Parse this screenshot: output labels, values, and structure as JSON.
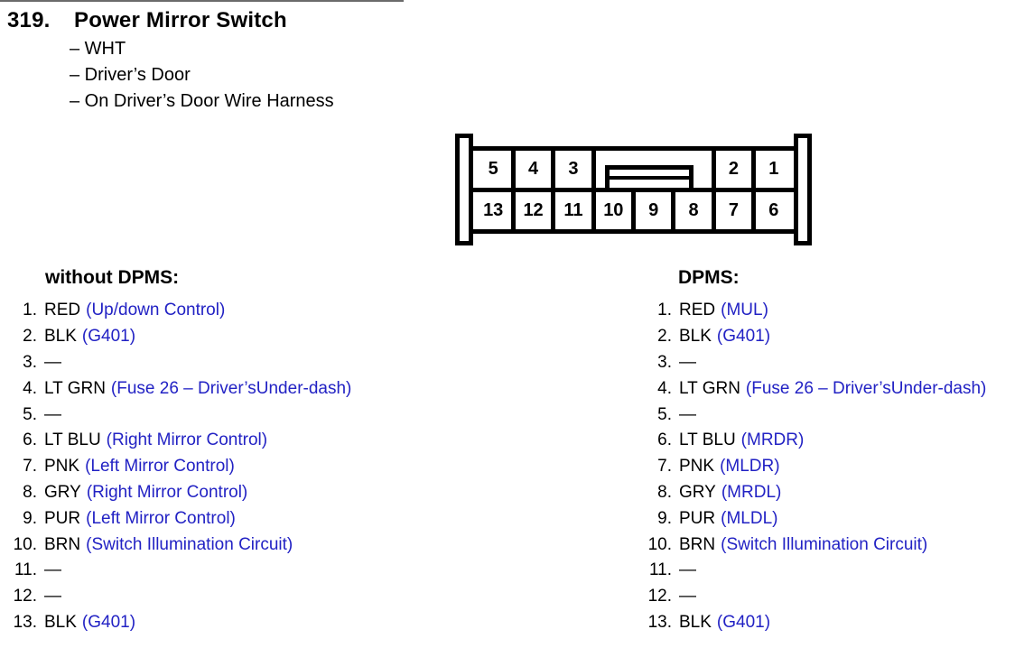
{
  "header": {
    "title_number": "319.",
    "title": "Power Mirror Switch",
    "details": [
      "– WHT",
      "– Driver’s Door",
      "– On Driver’s Door Wire Harness"
    ]
  },
  "connector": {
    "pins_top": [
      "5",
      "4",
      "3",
      "2",
      "1"
    ],
    "pins_bottom": [
      "13",
      "12",
      "11",
      "10",
      "9",
      "8",
      "7",
      "6"
    ]
  },
  "without_dpms": {
    "heading": "without DPMS:",
    "pins": [
      {
        "num": "1.",
        "wire": "RED",
        "fn": "(Up/down Control)"
      },
      {
        "num": "2.",
        "wire": "BLK",
        "fn": "(G401)"
      },
      {
        "num": "3.",
        "wire": "—",
        "fn": ""
      },
      {
        "num": "4.",
        "wire": "LT GRN",
        "fn": "(Fuse 26 – Driver’sUnder-dash)"
      },
      {
        "num": "5.",
        "wire": "—",
        "fn": ""
      },
      {
        "num": "6.",
        "wire": "LT BLU",
        "fn": "(Right Mirror Control)"
      },
      {
        "num": "7.",
        "wire": "PNK",
        "fn": "(Left Mirror Control)"
      },
      {
        "num": "8.",
        "wire": "GRY",
        "fn": "(Right Mirror Control)"
      },
      {
        "num": "9.",
        "wire": "PUR",
        "fn": "(Left Mirror Control)"
      },
      {
        "num": "10.",
        "wire": "BRN",
        "fn": "(Switch Illumination Circuit)"
      },
      {
        "num": "11.",
        "wire": "—",
        "fn": ""
      },
      {
        "num": "12.",
        "wire": "—",
        "fn": ""
      },
      {
        "num": "13.",
        "wire": "BLK",
        "fn": "(G401)"
      }
    ]
  },
  "dpms": {
    "heading": "DPMS:",
    "pins": [
      {
        "num": "1.",
        "wire": "RED",
        "fn": "(MUL)"
      },
      {
        "num": "2.",
        "wire": "BLK",
        "fn": "(G401)"
      },
      {
        "num": "3.",
        "wire": "—",
        "fn": ""
      },
      {
        "num": "4.",
        "wire": "LT GRN",
        "fn": "(Fuse 26 – Driver’sUnder-dash)"
      },
      {
        "num": "5.",
        "wire": "—",
        "fn": ""
      },
      {
        "num": "6.",
        "wire": "LT BLU",
        "fn": "(MRDR)"
      },
      {
        "num": "7.",
        "wire": "PNK",
        "fn": "(MLDR)"
      },
      {
        "num": "8.",
        "wire": "GRY",
        "fn": "(MRDL)"
      },
      {
        "num": "9.",
        "wire": "PUR",
        "fn": "(MLDL)"
      },
      {
        "num": "10.",
        "wire": "BRN",
        "fn": "(Switch Illumination Circuit)"
      },
      {
        "num": "11.",
        "wire": "—",
        "fn": ""
      },
      {
        "num": "12.",
        "wire": "—",
        "fn": ""
      },
      {
        "num": "13.",
        "wire": "BLK",
        "fn": "(G401)"
      }
    ]
  },
  "colors": {
    "text": "#000000",
    "function_blue": "#2222c4",
    "background": "#ffffff"
  }
}
